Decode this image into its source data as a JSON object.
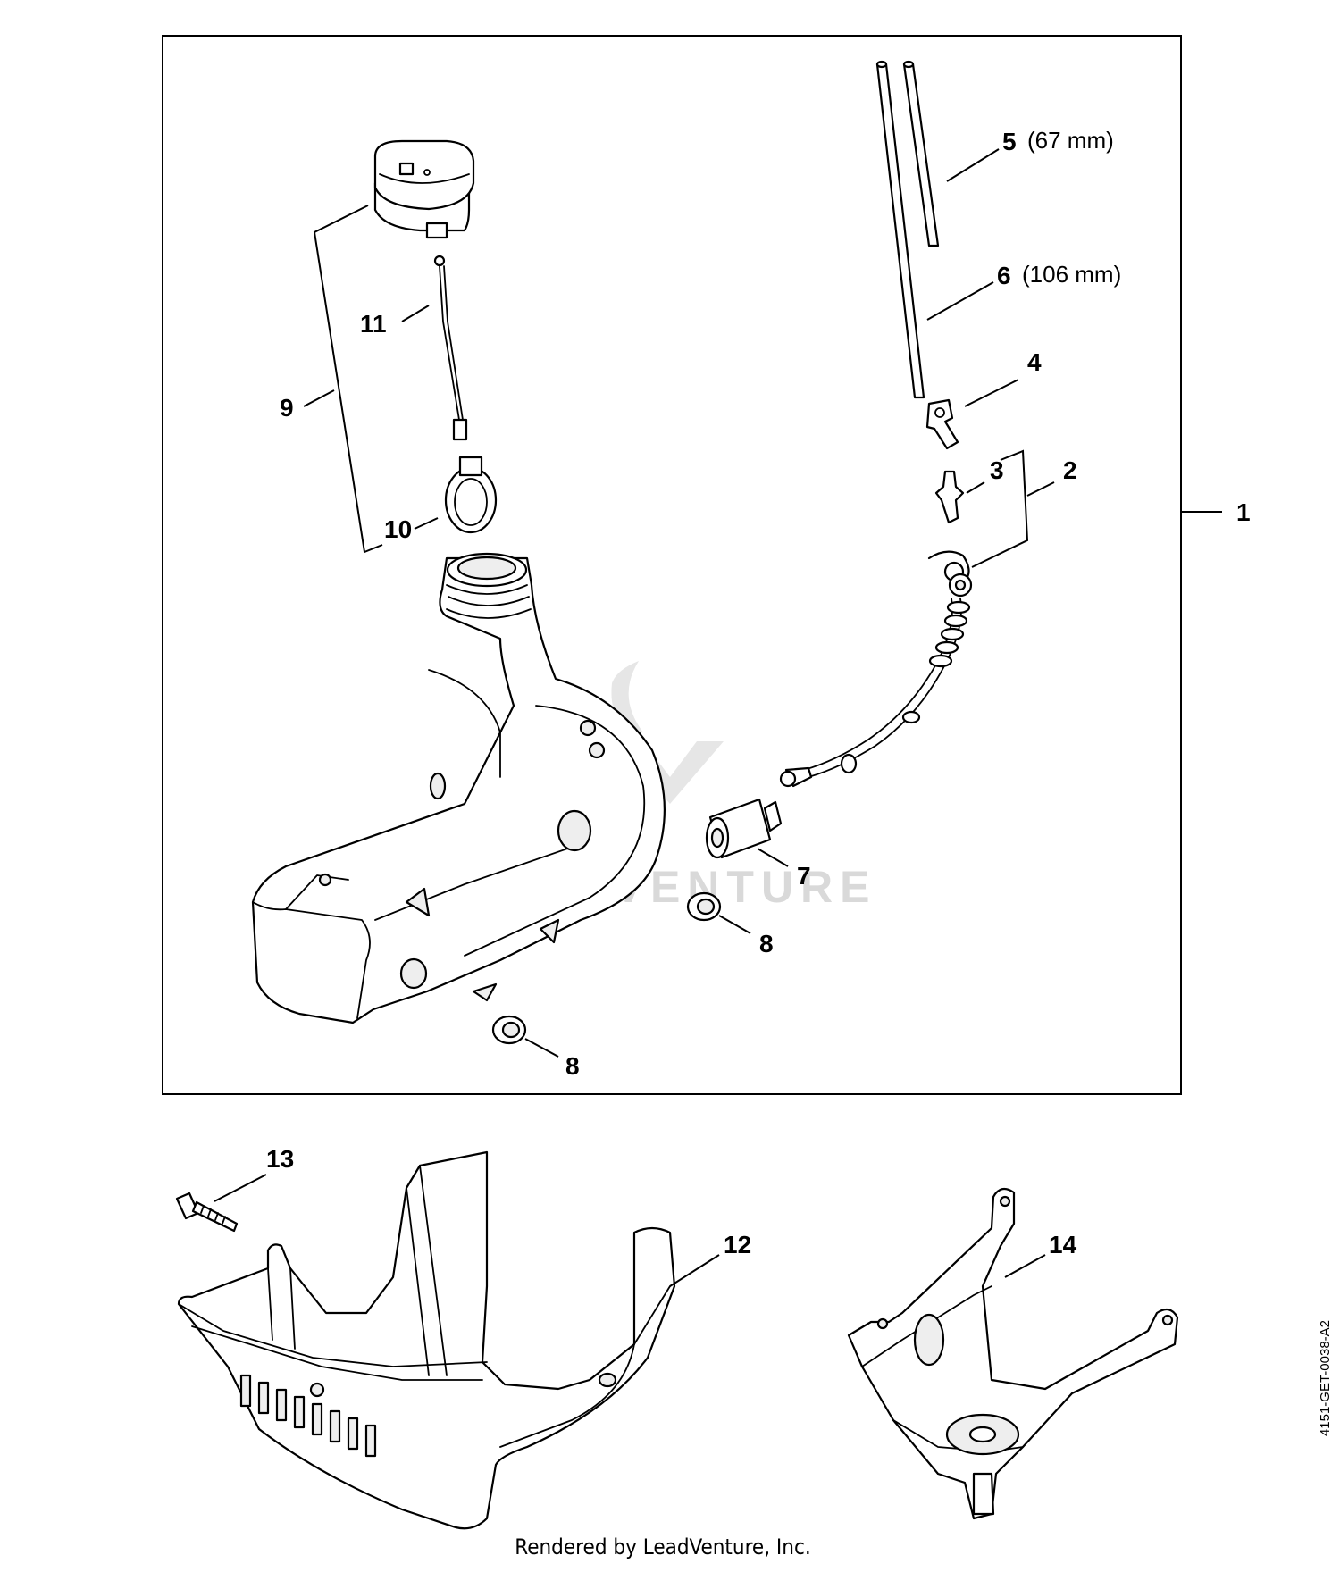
{
  "diagram": {
    "watermark": "LEADVENTURE",
    "footer": "Rendered by LeadVenture, Inc.",
    "reference_code": "4151-GET-0038-A2",
    "callouts": [
      {
        "id": "1",
        "label": "1"
      },
      {
        "id": "2",
        "label": "2"
      },
      {
        "id": "3",
        "label": "3"
      },
      {
        "id": "4",
        "label": "4"
      },
      {
        "id": "5",
        "label": "5",
        "note": "(67 mm)"
      },
      {
        "id": "6",
        "label": "6",
        "note": "(106 mm)"
      },
      {
        "id": "7",
        "label": "7"
      },
      {
        "id": "8a",
        "label": "8"
      },
      {
        "id": "8b",
        "label": "8"
      },
      {
        "id": "9",
        "label": "9"
      },
      {
        "id": "10",
        "label": "10"
      },
      {
        "id": "11",
        "label": "11"
      },
      {
        "id": "12",
        "label": "12"
      },
      {
        "id": "13",
        "label": "13"
      },
      {
        "id": "14",
        "label": "14"
      }
    ]
  }
}
